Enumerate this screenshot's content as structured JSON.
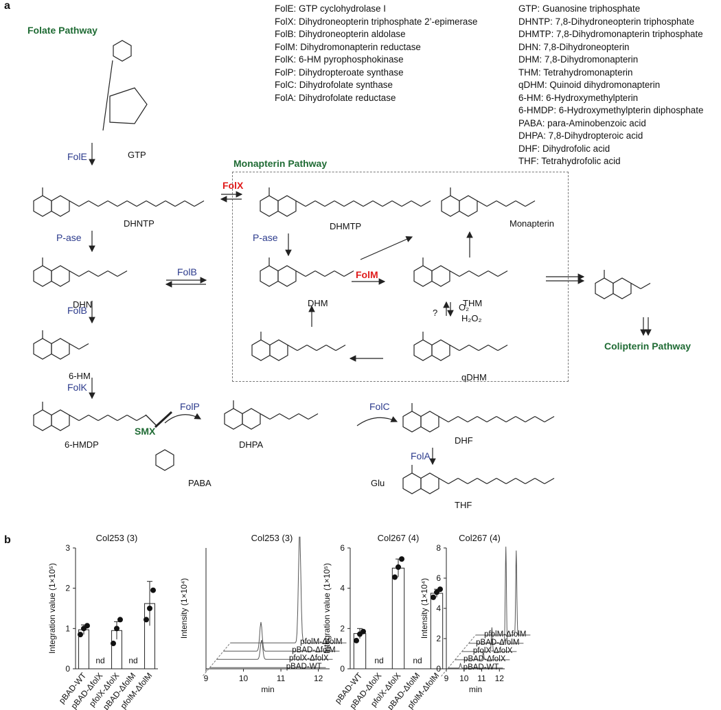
{
  "panel_a_label": "a",
  "panel_b_label": "b",
  "pathways": {
    "folate": "Folate Pathway",
    "monapterin": "Monapterin Pathway",
    "colipterin": "Colipterin Pathway"
  },
  "enzyme_legend": [
    "FolE: GTP cyclohydrolase I",
    "FolX: Dihydroneopterin triphosphate 2’-epimerase",
    "FolB: Dihydroneopterin aldolase",
    "FolM: Dihydromonapterin reductase",
    "FolK: 6-HM pyrophosphokinase",
    "FolP: Dihydropteroate synthase",
    "FolC: Dihydrofolate synthase",
    "FolA: Dihydrofolate reductase"
  ],
  "compound_legend": [
    "GTP: Guanosine triphosphate",
    "DHNTP: 7,8-Dihydroneopterin triphosphate",
    "DHMTP: 7,8-Dihydromonapterin triphosphate",
    "DHN: 7,8-Dihydroneopterin",
    "DHM: 7,8-Dihydromonapterin",
    "THM: Tetrahydromonapterin",
    "qDHM: Quinoid dihydromonapterin",
    "6-HM: 6-Hydroxymethylpterin",
    "6-HMDP: 6-Hydroxymethylpterin diphosphate",
    "PABA: para-Aminobenzoic acid",
    "DHPA: 7,8-Dihydropteroic acid",
    "DHF: Dihydrofolic acid",
    "THF: Tetrahydrofolic acid"
  ],
  "compounds": {
    "gtp": "GTP",
    "dhntp": "DHNTP",
    "dhn": "DHN",
    "hm": "6-HM",
    "hmdp": "6-HMDP",
    "dhmtp": "DHMTP",
    "dhm": "DHM",
    "thm": "THM",
    "qdhm": "qDHM",
    "monapterin": "Monapterin",
    "dhpa": "DHPA",
    "paba": "PABA",
    "glu": "Glu",
    "dhf": "DHF",
    "thf": "THF"
  },
  "enzymes": {
    "fole": "FolE",
    "pase1": "P-ase",
    "folb1": "FolB",
    "folk": "FolK",
    "folx": "FolX",
    "pase2": "P-ase",
    "folb2": "FolB",
    "folm": "FolM",
    "folp": "FolP",
    "folc": "FolC",
    "fola": "FolA",
    "smx": "SMX",
    "question": "?",
    "o2": "O₂",
    "h2o2": "H₂O₂"
  },
  "chart_data": [
    {
      "type": "bar",
      "title": "Col253 (3)",
      "ylabel": "Integration value (1×10⁵)",
      "ylim": [
        0,
        3
      ],
      "yticks": [
        0,
        1,
        2,
        3
      ],
      "categories": [
        "pBAD-WT",
        "pBAD-ΔfolX",
        "pfolX-ΔfolX",
        "pBAD-ΔfolM",
        "pfolM-ΔfolM"
      ],
      "values": [
        0.97,
        null,
        0.95,
        null,
        1.62
      ],
      "errors": [
        0.12,
        null,
        0.22,
        null,
        0.55
      ],
      "points": [
        [
          0.85,
          1.0,
          1.07
        ],
        [],
        [
          0.63,
          1.0,
          1.22
        ],
        [],
        [
          1.22,
          1.5,
          1.95
        ]
      ],
      "na_label": "nd"
    },
    {
      "type": "line",
      "title": "Col253 (3)",
      "xlabel": "min",
      "ylabel": "Intensity (1×10⁴)",
      "xlim": [
        9,
        12.3
      ],
      "xticks": [
        9,
        10,
        11,
        12
      ],
      "series": [
        {
          "name": "pBAD-WT"
        },
        {
          "name": "pfolX-ΔfolX"
        },
        {
          "name": "pBAD-ΔfolM"
        },
        {
          "name": "pfolM-ΔfolM"
        }
      ]
    },
    {
      "type": "bar",
      "title": "Col267 (4)",
      "ylabel": "Integration value (1×10⁵)",
      "ylim": [
        0,
        6
      ],
      "yticks": [
        0,
        2,
        4,
        6
      ],
      "categories": [
        "pBAD-WT",
        "pBAD-ΔfolX",
        "pfolX-ΔfolX",
        "pBAD-ΔfolM",
        "pfolM-ΔfolM"
      ],
      "values": [
        1.75,
        null,
        5.0,
        null,
        3.75
      ],
      "errors": [
        0.25,
        null,
        0.45,
        null,
        0.2
      ],
      "points": [
        [
          1.4,
          1.72,
          1.85
        ],
        [],
        [
          4.55,
          5.05,
          5.45
        ],
        [],
        [
          3.55,
          3.8,
          3.95
        ]
      ],
      "na_label": "nd"
    },
    {
      "type": "line",
      "title": "Col267 (4)",
      "xlabel": "min",
      "ylabel": "Intensity (1×10⁴)",
      "ylim": [
        0,
        8
      ],
      "yticks": [
        0,
        2,
        4,
        6,
        8
      ],
      "xlim": [
        9,
        12.3
      ],
      "xticks": [
        9,
        10,
        11,
        12
      ],
      "series": [
        {
          "name": "pBAD-WT"
        },
        {
          "name": "pBAD-ΔfolX"
        },
        {
          "name": "pfolX-ΔfolX"
        },
        {
          "name": "pBAD-ΔfolM"
        },
        {
          "name": "pfolM-ΔfolM"
        }
      ]
    }
  ]
}
